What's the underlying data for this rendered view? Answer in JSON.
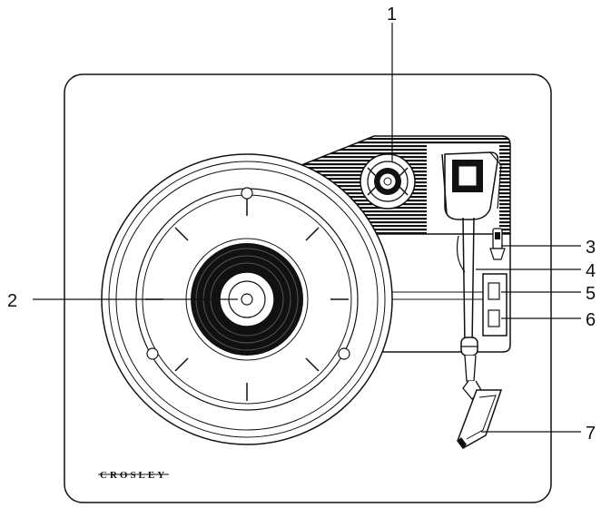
{
  "diagram": {
    "brand": "CROSLEY",
    "callouts": [
      "1",
      "2",
      "3",
      "4",
      "5",
      "6",
      "7"
    ]
  },
  "colors": {
    "line": "#111111",
    "background": "#ffffff"
  }
}
